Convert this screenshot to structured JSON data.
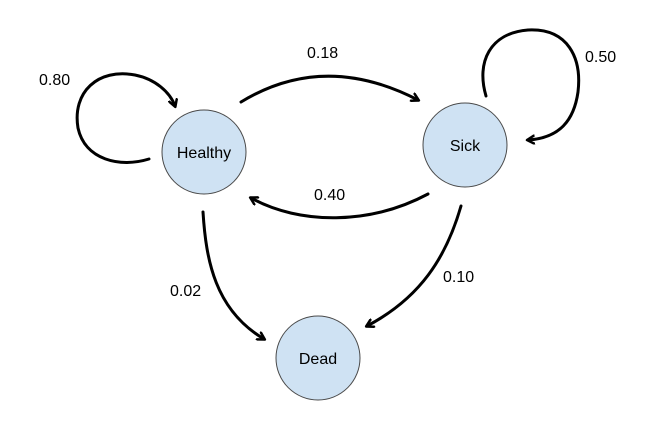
{
  "states": [
    {
      "id": "healthy",
      "label": "Healthy"
    },
    {
      "id": "sick",
      "label": "Sick"
    },
    {
      "id": "dead",
      "label": "Dead"
    }
  ],
  "transitions": [
    {
      "id": "healthy-healthy",
      "from": "Healthy",
      "to": "Healthy",
      "probability": "0.80"
    },
    {
      "id": "healthy-sick",
      "from": "Healthy",
      "to": "Sick",
      "probability": "0.18"
    },
    {
      "id": "sick-sick",
      "from": "Sick",
      "to": "Sick",
      "probability": "0.50"
    },
    {
      "id": "sick-healthy",
      "from": "Sick",
      "to": "Healthy",
      "probability": "0.40"
    },
    {
      "id": "healthy-dead",
      "from": "Healthy",
      "to": "Dead",
      "probability": "0.02"
    },
    {
      "id": "sick-dead",
      "from": "Sick",
      "to": "Dead",
      "probability": "0.10"
    }
  ],
  "colors": {
    "node_fill": "#cfe2f3",
    "node_stroke": "#4a4a4a",
    "edge": "#000000"
  }
}
